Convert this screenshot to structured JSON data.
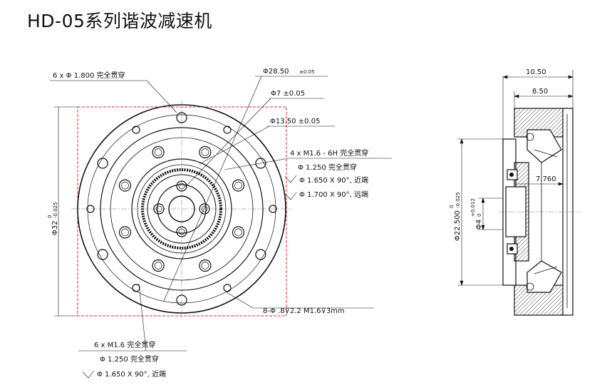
{
  "title": "HD-05系列谐波减速机",
  "front_view": {
    "outer_diameter": {
      "label": "Φ32",
      "tol_upper": "0",
      "tol_lower": "-0.025"
    },
    "callouts": {
      "through_holes_outer": "6 x Φ 1.800 完全贯穿",
      "bolt_circle": "Φ28.50",
      "bolt_circle_tol": "±0.05",
      "bore": "Φ7 ±0.05",
      "inner_circle": "Φ13.50 ±0.05",
      "thread_4x": "4 x M1.6 - 6H 完全贯穿",
      "thread_4x_drill": "Φ 1.250 完全贯穿",
      "csk_near": "Φ 1.650 X 90°, 近端",
      "csk_far": "Φ 1.700 X 90°, 远端",
      "holes_8x": "8-Φ .8⊽2.2 M1.6⊽3mm",
      "thread_6x": "6 x M1.6 完全贯穿",
      "thread_6x_drill": "Φ 1.250 完全贯穿",
      "thread_6x_csk": "Φ 1.650 X 90°, 近端"
    }
  },
  "side_view": {
    "total_width": "10.50",
    "flange_width": "8.50",
    "inner_depth": "7.760",
    "diameter_22_5": "Φ22.500",
    "diameter_22_5_tol_upper": "0",
    "diameter_22_5_tol_lower": "-0.025",
    "diameter_4": "Φ4",
    "diameter_4_tol_upper": "+0.012",
    "diameter_4_tol_lower": "0"
  },
  "colors": {
    "line": "#111111",
    "hidden": "#d9302b",
    "hatch": "#333333"
  }
}
